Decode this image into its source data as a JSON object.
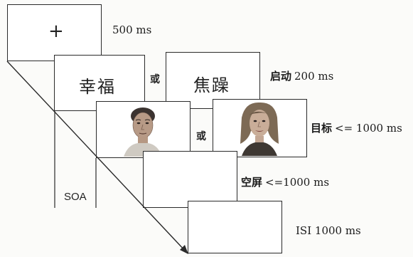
{
  "fixation": {
    "symbol": "+",
    "duration": "500 ms"
  },
  "prime": {
    "word_a": "幸福",
    "or": "或",
    "word_b": "焦躁",
    "label_cn": "启动",
    "label_time": "200 ms"
  },
  "target": {
    "or": "或",
    "label_cn": "目标",
    "label_time": "<= 1000 ms",
    "faces": [
      "male-face-photo",
      "female-face-photo"
    ]
  },
  "blank": {
    "label_cn": "空屏",
    "label_time": "<=1000 ms"
  },
  "isi": {
    "label": "ISI 1000 ms"
  },
  "soa": {
    "label": "SOA"
  }
}
